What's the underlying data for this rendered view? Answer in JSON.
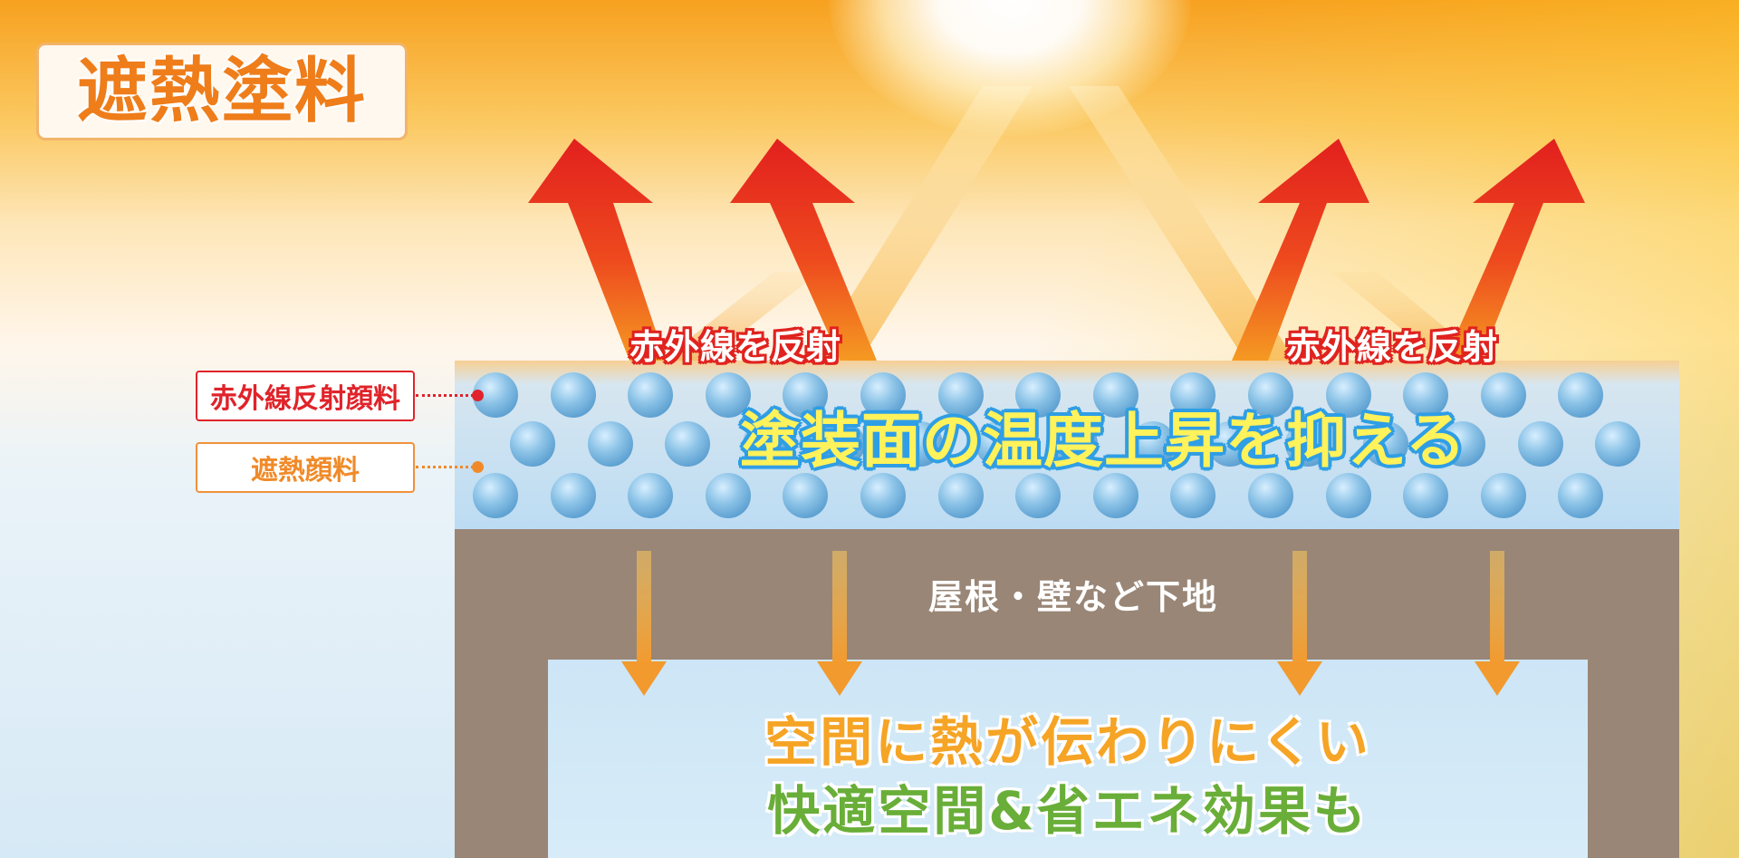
{
  "title": "遮熱塗料",
  "reflect_label": "赤外線を反射",
  "legend": {
    "ir_pigment": "赤外線反射顔料",
    "heat_pigment": "遮熱顔料"
  },
  "coating_message": "塗装面の温度上昇を抑える",
  "substrate_label": "屋根・壁など下地",
  "room": {
    "line1": "空間に熱が伝わりにくい",
    "line2": "快適空間&省エネ効果も"
  },
  "colors": {
    "reflect_arrow": "#e4241e",
    "heat_arrow": "#f2a23a",
    "coating": "#bcdcf3",
    "substrate": "#998676",
    "pigment_bubble": "#7bb8e3"
  }
}
